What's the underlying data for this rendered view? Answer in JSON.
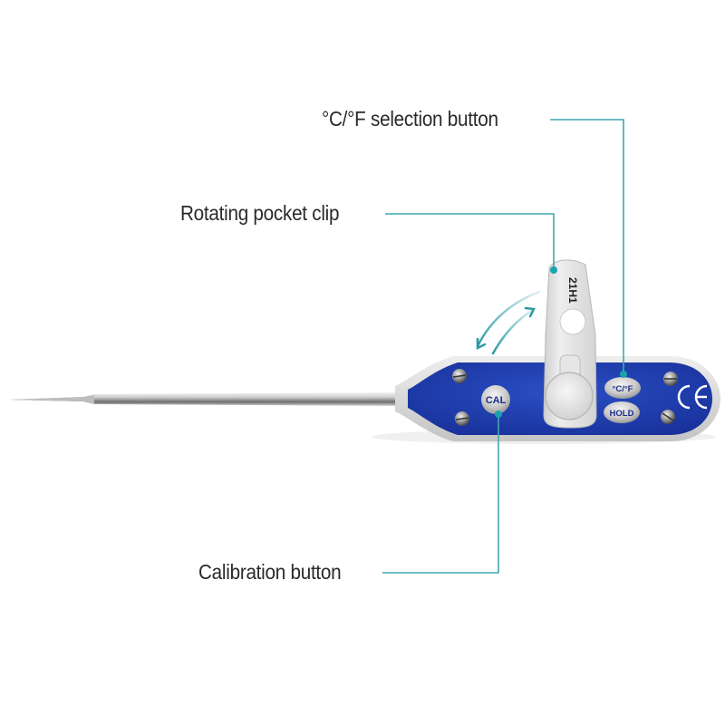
{
  "callouts": [
    {
      "id": "cf",
      "label": "°C/°F selection button"
    },
    {
      "id": "clip",
      "label": "Rotating pocket clip"
    },
    {
      "id": "cal",
      "label": "Calibration button"
    }
  ],
  "device": {
    "clip_model_text": "21H1",
    "buttons": {
      "cal": "CAL",
      "cf": "°C/°F",
      "hold": "HOLD"
    },
    "ce_mark": "CE"
  },
  "colors": {
    "callout_line": "#3fa8b0",
    "body_blue": "#1f3fa8",
    "body_gray": "#dcdcdc",
    "text": "#2a2a2a"
  }
}
